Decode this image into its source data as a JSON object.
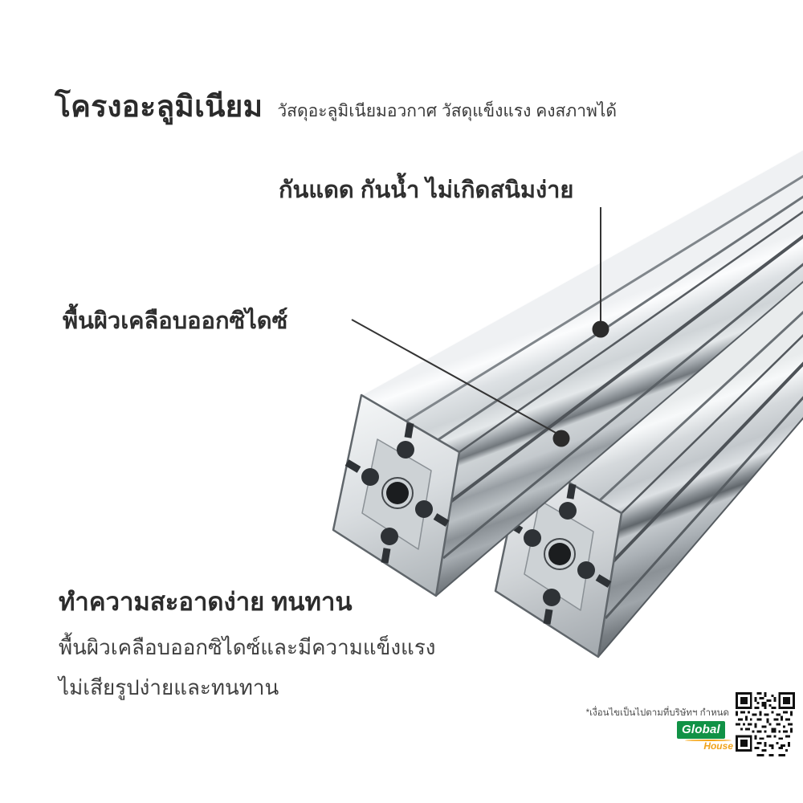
{
  "header": {
    "title": "โครงอะลูมิเนียม",
    "subtitle": "วัสดุอะลูมิเนียมอวกาศ วัสดุแข็งแรง คงสภาพได้"
  },
  "callouts": {
    "sun": "กันแดด กันน้ำ ไม่เกิดสนิมง่าย",
    "surface": "พื้นผิวเคลือบออกซิไดซ์"
  },
  "features": {
    "heading": "ทำความสะอาดง่าย ทนทาน",
    "line1": "พื้นผิวเคลือบออกซิไดซ์และมีความแข็งแรง",
    "line2": "ไม่เสียรูปง่ายและทนทาน"
  },
  "footer": {
    "disclaimer": "*เงื่อนไขเป็นไปตามที่บริษัทฯ กำหนด",
    "brand_name": "Global",
    "brand_sub": "House"
  },
  "illustration": {
    "subject": "two aluminum t-slot extrusion profiles in perspective",
    "colors": {
      "metal_light": "#f2f4f5",
      "metal_mid": "#aab0b5",
      "metal_dark": "#6e7479",
      "slot_dark": "#2e3236",
      "callout_line": "#343434",
      "brand_green": "#119246",
      "brand_yellow": "#f6a81c"
    }
  }
}
